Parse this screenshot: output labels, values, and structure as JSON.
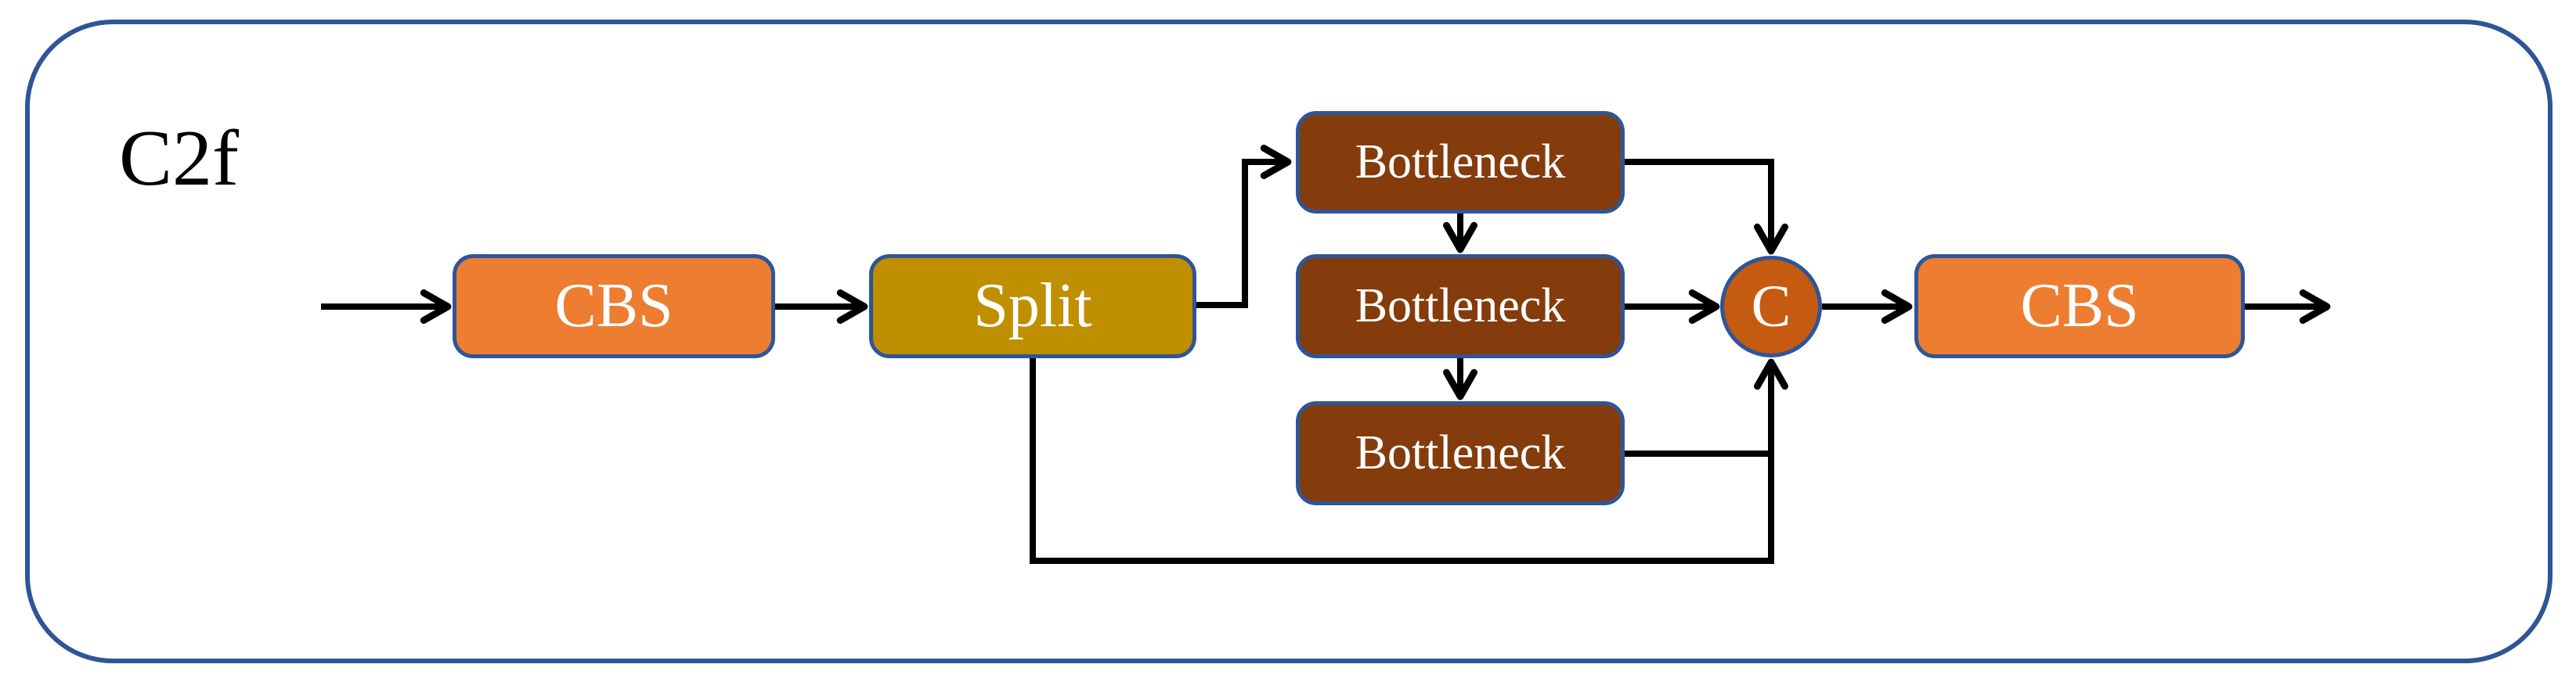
{
  "diagram": {
    "title": "C2f",
    "nodes": {
      "cbs_in": {
        "label": "CBS"
      },
      "split": {
        "label": "Split"
      },
      "bottleneck_top": {
        "label": "Bottleneck"
      },
      "bottleneck_middle": {
        "label": "Bottleneck"
      },
      "bottleneck_bottom": {
        "label": "Bottleneck"
      },
      "concat": {
        "label": "C"
      },
      "cbs_out": {
        "label": "CBS"
      }
    },
    "colors": {
      "cbs_fill": "#ED7D31",
      "split_fill": "#BF8F00",
      "bottleneck_fill": "#843C0C",
      "concat_fill": "#C55A11",
      "node_border": "#2F5597",
      "outer_frame_border": "#2F5597",
      "connector": "#000000",
      "node_label_text": "#FFFFFF",
      "title_text": "#000000",
      "background": "#FFFFFF"
    }
  }
}
